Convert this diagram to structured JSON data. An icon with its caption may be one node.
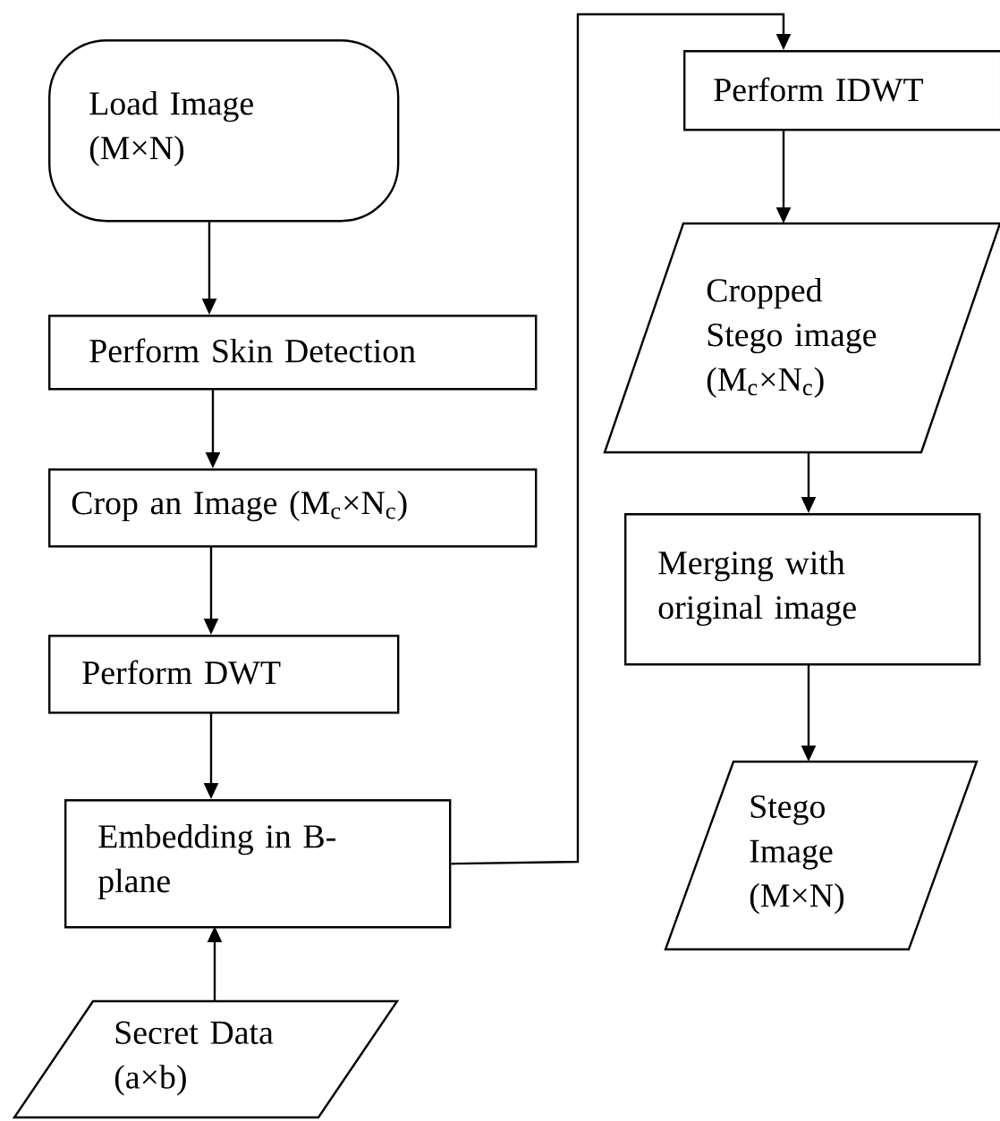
{
  "diagram": {
    "nodes": [
      {
        "text": [
          "Load Image (M×N)"
        ]
      },
      {
        "text": [
          "Perform Skin Detection"
        ]
      },
      {
        "text": [
          "Crop an Image (M$_{c}$×N$_{c}$)"
        ]
      },
      {
        "text": [
          "Perform DWT"
        ]
      },
      {
        "text": [
          "Embedding in B-plane"
        ]
      },
      {
        "text": [
          "Secret Data (a×b)"
        ]
      },
      {
        "text": [
          "Perform IDWT"
        ]
      },
      {
        "text": [
          "Cropped Stego image (M$_{c}$×N$_{c}$)"
        ]
      },
      {
        "text": [
          "Merging with original image"
        ]
      },
      {
        "text": [
          "Stego Image (M×N)"
        ]
      }
    ],
    "edges": [
      {
        "from": 0,
        "to": 1,
        "arrow": "to"
      },
      {
        "from": 1,
        "to": 2,
        "arrow": "to"
      },
      {
        "from": 2,
        "to": 3,
        "arrow": "to"
      },
      {
        "from": 3,
        "to": 4,
        "arrow": "to"
      },
      {
        "from": 5,
        "to": 4,
        "arrow": "to"
      },
      {
        "from": 4,
        "to": 6,
        "arrow": "to"
      },
      {
        "from": 6,
        "to": 7,
        "arrow": "to"
      },
      {
        "from": 7,
        "to": 8,
        "arrow": "to"
      },
      {
        "from": 8,
        "to": 9,
        "arrow": "to"
      }
    ]
  }
}
